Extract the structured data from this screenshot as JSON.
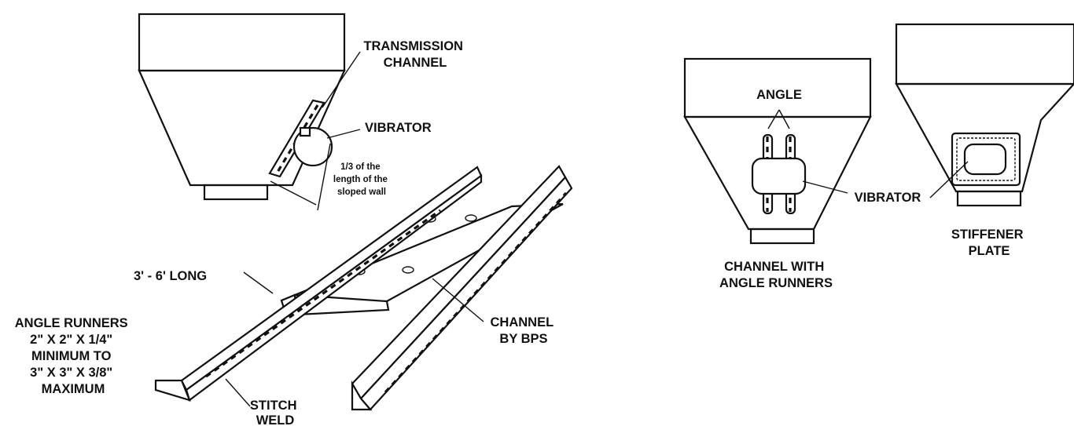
{
  "labels": {
    "transmission_channel": [
      "TRANSMISSION",
      "CHANNEL"
    ],
    "vibrator_left": "VIBRATOR",
    "one_third": [
      "1/3 of the",
      "length of the",
      "sloped wall"
    ],
    "three_six_long": "3' - 6' LONG",
    "angle_runners": [
      "ANGLE RUNNERS",
      "2\" X 2\" X 1/4\"",
      "MINIMUM TO",
      "3\" X 3\" X 3/8\"",
      "MAXIMUM"
    ],
    "channel_by_bps": [
      "CHANNEL",
      "BY BPS"
    ],
    "stitch_weld": [
      "STITCH",
      "WELD"
    ],
    "angle": "ANGLE",
    "vibrator_right": "VIBRATOR",
    "channel_with_angle_runners": [
      "CHANNEL WITH",
      "ANGLE RUNNERS"
    ],
    "stiffener_plate": [
      "STIFFENER",
      "PLATE"
    ]
  }
}
